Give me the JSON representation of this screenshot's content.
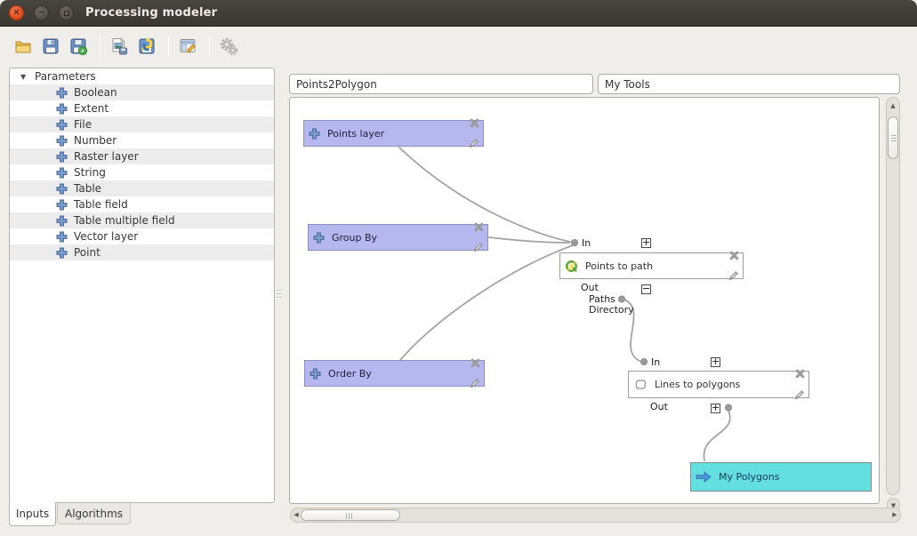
{
  "window": {
    "title": "Processing modeler"
  },
  "toolbar": {
    "icons": [
      "open-model-icon",
      "save-model-icon",
      "save-model-as-icon",
      "export-as-image-icon",
      "export-as-python-icon",
      "edit-model-help-icon",
      "run-model-icon"
    ]
  },
  "form": {
    "model_name": "Points2Polygon",
    "model_group": "My Tools"
  },
  "sidebar": {
    "root_label": "Parameters",
    "items": [
      {
        "label": "Boolean"
      },
      {
        "label": "Extent"
      },
      {
        "label": "File"
      },
      {
        "label": "Number"
      },
      {
        "label": "Raster layer"
      },
      {
        "label": "String"
      },
      {
        "label": "Table"
      },
      {
        "label": "Table field"
      },
      {
        "label": "Table multiple field"
      },
      {
        "label": "Vector layer"
      },
      {
        "label": "Point"
      }
    ]
  },
  "tabs": {
    "inputs": "Inputs",
    "algorithms": "Algorithms"
  },
  "canvas": {
    "input_nodes": [
      {
        "label": "Points layer"
      },
      {
        "label": "Group By"
      },
      {
        "label": "Order By"
      }
    ],
    "algorithm_nodes": [
      {
        "title": "Points to path",
        "in_label": "In",
        "out_label": "Out",
        "outputs": [
          {
            "label": "Paths"
          },
          {
            "label": "Directory"
          }
        ]
      },
      {
        "title": "Lines to polygons",
        "in_label": "In",
        "out_label": "Out"
      }
    ],
    "output_nodes": [
      {
        "label": "My Polygons"
      }
    ]
  },
  "icons": {
    "close": "✕",
    "minimize": "─",
    "tree_caret": "▼",
    "expander_collapsed": "+",
    "expander_expanded": "−",
    "scroll_up": "▲",
    "scroll_down": "▼",
    "scroll_left": "◀",
    "scroll_right": "▶"
  },
  "colors": {
    "titlebar": "#3e3a35",
    "close_button": "#dd4814",
    "input_node": "#b7b7f0",
    "output_node": "#63dfe0",
    "algorithm_node": "#ffffff",
    "wire": "#a3a3a3",
    "parameter_plus": "#7a9ccc"
  }
}
